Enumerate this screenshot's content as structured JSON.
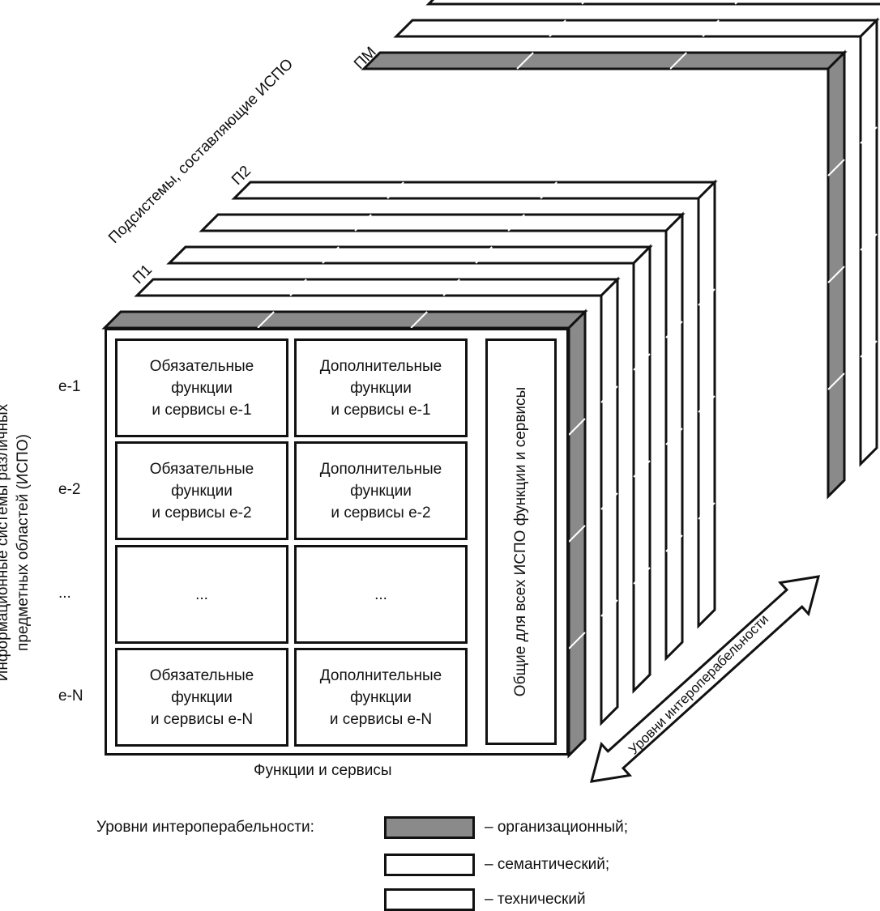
{
  "colors": {
    "organizational": "#8a8a8a",
    "semantic": "#ffffff",
    "technical": "#ffffff",
    "stroke": "#111111"
  },
  "subsystems_axis": {
    "title": "Подсистемы, составляющие ИСПО",
    "p1": "П1",
    "p2": "П2",
    "pm": "ПМ"
  },
  "vertical_axis": {
    "title_line1": "Информационные системы различных",
    "title_line2": "предметных областей (ИСПО)"
  },
  "rows": [
    {
      "label": "e-1",
      "mandatory": [
        "Обязательные",
        "функции",
        "и сервисы e-1"
      ],
      "additional": [
        "Дополнительные",
        "функции",
        "и сервисы e-1"
      ]
    },
    {
      "label": "e-2",
      "mandatory": [
        "Обязательные",
        "функции",
        "и сервисы e-2"
      ],
      "additional": [
        "Дополнительные",
        "функции",
        "и сервисы e-2"
      ]
    },
    {
      "label": "...",
      "mandatory": [
        "..."
      ],
      "additional": [
        "..."
      ]
    },
    {
      "label": "e-N",
      "mandatory": [
        "Обязательные",
        "функции",
        "и сервисы e-N"
      ],
      "additional": [
        "Дополнительные",
        "функции",
        "и сервисы e-N"
      ]
    }
  ],
  "common_column": "Общие для всех ИСПО функции и сервисы",
  "x_axis_label": "Функции и сервисы",
  "levels_arrow_label": "Уровни интероперабельности",
  "legend": {
    "title": "Уровни интероперабельности:",
    "items": [
      {
        "text": "– организационный;",
        "fill_key": "organizational"
      },
      {
        "text": "– семантический;",
        "fill_key": "semantic"
      },
      {
        "text": "– технический",
        "fill_key": "technical"
      }
    ]
  }
}
